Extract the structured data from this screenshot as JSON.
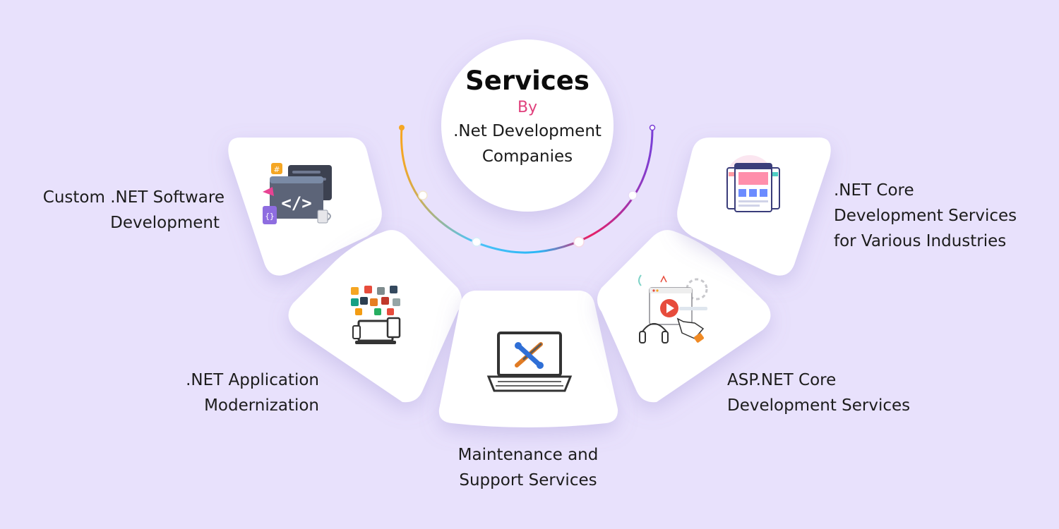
{
  "hub": {
    "title": "Services",
    "by": "By",
    "subtitle_line1": ".Net Development",
    "subtitle_line2": "Companies"
  },
  "services": [
    {
      "line1": "Custom .NET Software",
      "line2": "Development",
      "icon": "code-window-icon"
    },
    {
      "line1": ".NET Application",
      "line2": "Modernization",
      "icon": "devices-apps-icon"
    },
    {
      "line1": "Maintenance and",
      "line2": "Support Services",
      "icon": "laptop-tools-icon"
    },
    {
      "line1": "ASP.NET Core",
      "line2": "Development Services",
      "icon": "video-play-icon"
    },
    {
      "line1": ".NET Core",
      "line2": "Development Services",
      "line3": "for Various Industries",
      "icon": "web-layout-icon"
    }
  ],
  "colors": {
    "background": "#e8e1fc",
    "arc_orange": "#f5a623",
    "arc_blue": "#29b6f6",
    "arc_pink": "#e91e63",
    "arc_purple": "#7b3fd6",
    "accent_by": "#e0407c"
  }
}
